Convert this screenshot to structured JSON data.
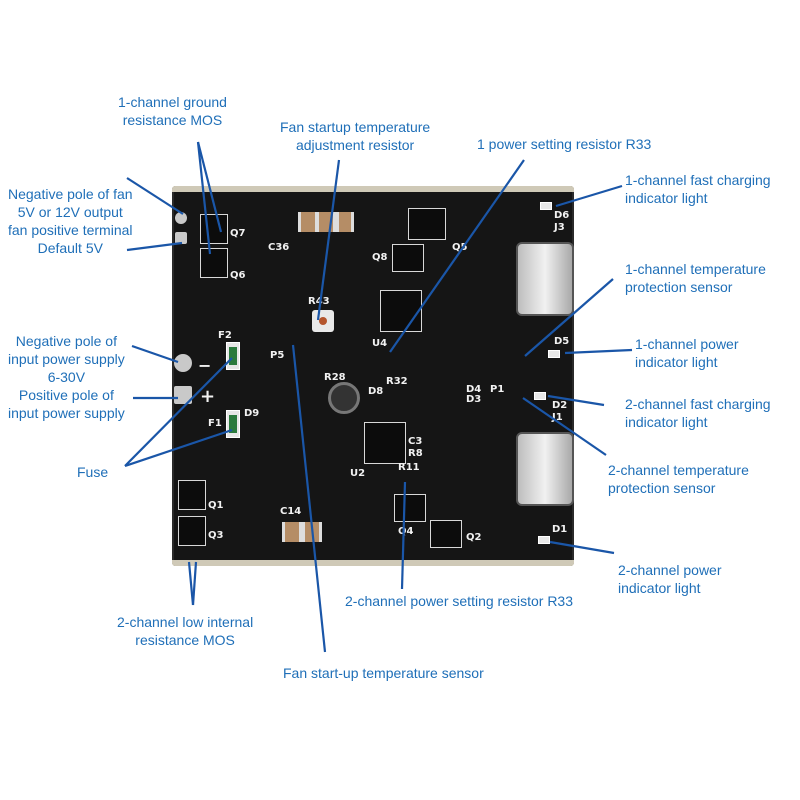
{
  "colors": {
    "label_text": "#1f6fb8",
    "leader_line": "#1a56a8",
    "pcb": "#151515",
    "silkscreen": "#f2f2f2"
  },
  "labels": {
    "ground_mos": [
      "1-channel ground",
      "resistance MOS"
    ],
    "fan_adjust": [
      "Fan startup temperature",
      "adjustment resistor"
    ],
    "r33_ch1": [
      "1 power setting resistor R33"
    ],
    "ch1_fast_led": [
      "1-channel fast charging",
      "indicator light"
    ],
    "fan_terminals": [
      "Negative pole of fan",
      "5V or 12V output",
      "fan positive terminal",
      "Default 5V"
    ],
    "ch1_temp": [
      "1-channel temperature",
      "protection sensor"
    ],
    "ch1_power_led": [
      "1-channel power",
      "indicator light"
    ],
    "input_power": [
      "Negative pole of",
      "input power supply",
      "6-30V",
      "Positive pole of",
      "input power supply"
    ],
    "ch2_fast_led": [
      "2-channel fast charging",
      "indicator light"
    ],
    "fuse": [
      "Fuse"
    ],
    "ch2_temp": [
      "2-channel temperature",
      "protection sensor"
    ],
    "ch2_power_led": [
      "2-channel power",
      "indicator light"
    ],
    "r33_ch2": [
      "2-channel power setting resistor R33"
    ],
    "ch2_mos": [
      "2-channel low internal",
      "resistance MOS"
    ],
    "fan_sensor": [
      "Fan start-up temperature sensor"
    ]
  },
  "silkscreen": {
    "q7": "Q7",
    "q6": "Q6",
    "c36": "C36",
    "r43": "R43",
    "f2": "F2",
    "f1": "F1",
    "p5": "P5",
    "u4": "U4",
    "u2": "U2",
    "q5": "Q5",
    "q8": "Q8",
    "d6": "D6",
    "j3": "J3",
    "d5": "D5",
    "d4": "D4",
    "d3": "D3",
    "p1": "P1",
    "d2": "D2",
    "j1": "J1",
    "d1": "D1",
    "d9": "D9",
    "r28": "R28",
    "r32": "R32",
    "d8": "D8",
    "r8": "R8",
    "r11": "R11",
    "c3": "C3",
    "c14": "C14",
    "q1": "Q1",
    "q3": "Q3",
    "q2": "Q2",
    "q4": "Q4",
    "minus": "−",
    "plus": "+"
  }
}
